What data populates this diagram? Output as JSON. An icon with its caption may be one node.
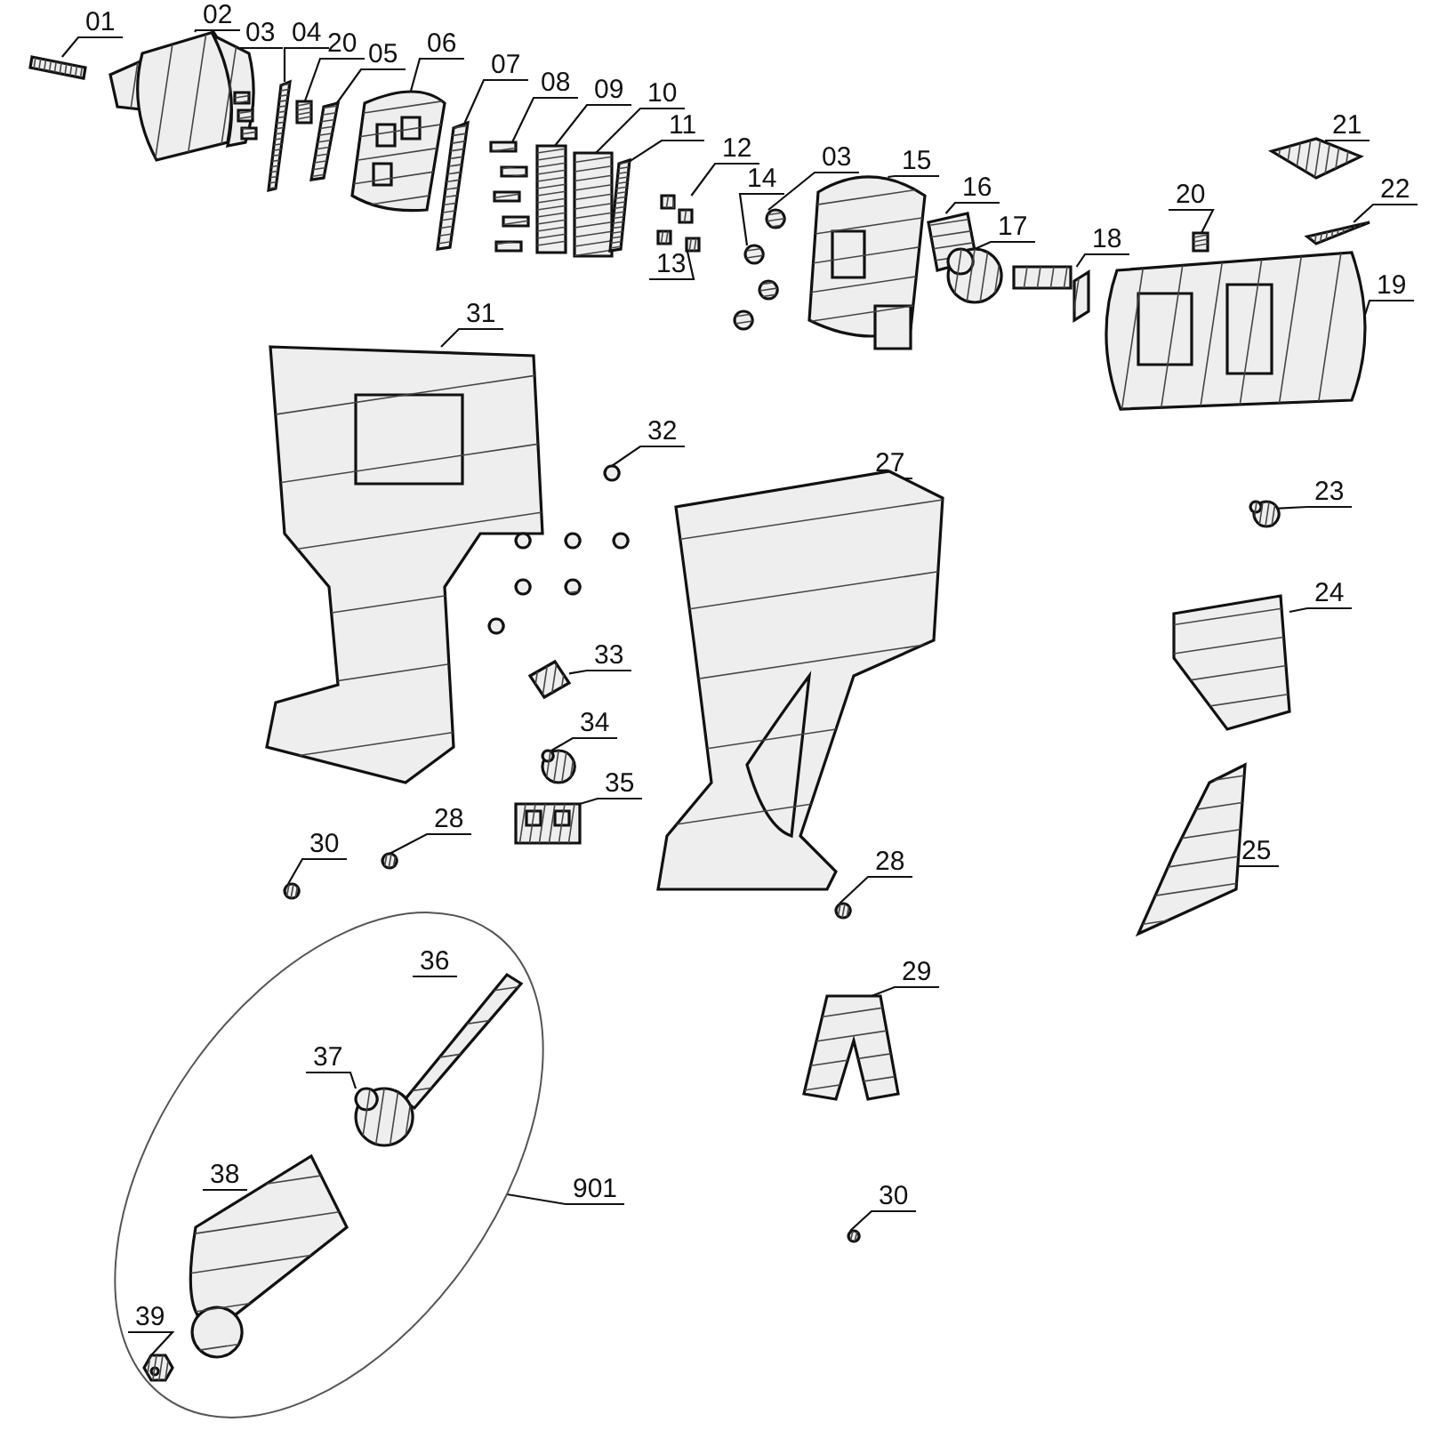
{
  "diagram": {
    "nodes": [
      {
        "text": [
          "01"
        ]
      },
      {
        "text": [
          "02"
        ]
      },
      {
        "text": [
          "03"
        ]
      },
      {
        "text": [
          "04"
        ]
      },
      {
        "text": [
          "20"
        ]
      },
      {
        "text": [
          "05"
        ]
      },
      {
        "text": [
          "06"
        ]
      },
      {
        "text": [
          "07"
        ]
      },
      {
        "text": [
          "08"
        ]
      },
      {
        "text": [
          "09"
        ]
      },
      {
        "text": [
          "10"
        ]
      },
      {
        "text": [
          "11"
        ]
      },
      {
        "text": [
          "12"
        ]
      },
      {
        "text": [
          "03"
        ]
      },
      {
        "text": [
          "14"
        ]
      },
      {
        "text": [
          "13"
        ]
      },
      {
        "text": [
          "15"
        ]
      },
      {
        "text": [
          "16"
        ]
      },
      {
        "text": [
          "17"
        ]
      },
      {
        "text": [
          "20"
        ]
      },
      {
        "text": [
          "18"
        ]
      },
      {
        "text": [
          "21"
        ]
      },
      {
        "text": [
          "22"
        ]
      },
      {
        "text": [
          "19"
        ]
      },
      {
        "text": [
          "31"
        ]
      },
      {
        "text": [
          "32"
        ]
      },
      {
        "text": [
          "27"
        ]
      },
      {
        "text": [
          "23"
        ]
      },
      {
        "text": [
          "24"
        ]
      },
      {
        "text": [
          "33"
        ]
      },
      {
        "text": [
          "34"
        ]
      },
      {
        "text": [
          "35"
        ]
      },
      {
        "text": [
          "28"
        ]
      },
      {
        "text": [
          "30"
        ]
      },
      {
        "text": [
          "28"
        ]
      },
      {
        "text": [
          "25"
        ]
      },
      {
        "text": [
          "29"
        ]
      },
      {
        "text": [
          "36"
        ],
        "in": 82
      },
      {
        "text": [
          "37"
        ],
        "in": 82
      },
      {
        "text": [
          "901"
        ]
      },
      {
        "text": [
          "38"
        ],
        "in": 82
      },
      {
        "text": [
          "30"
        ]
      },
      {
        "text": [
          "39"
        ],
        "in": 82
      },
      {
        "text": [],
        "shape": "picture"
      },
      {
        "text": [],
        "shape": "picture"
      },
      {
        "text": [],
        "shape": "picture"
      },
      {
        "text": [],
        "shape": "picture"
      },
      {
        "text": [],
        "shape": "picture"
      },
      {
        "text": [],
        "shape": "picture"
      },
      {
        "text": [],
        "shape": "picture"
      },
      {
        "text": [],
        "shape": "picture"
      },
      {
        "text": [],
        "shape": "picture"
      },
      {
        "text": [],
        "shape": "picture"
      },
      {
        "text": [],
        "shape": "picture"
      },
      {
        "text": [],
        "shape": "picture"
      },
      {
        "text": [],
        "shape": "picture"
      },
      {
        "text": [],
        "shape": "picture"
      },
      {
        "text": [],
        "shape": "picture"
      },
      {
        "text": [],
        "shape": "picture"
      },
      {
        "text": [],
        "shape": "picture"
      },
      {
        "text": [],
        "shape": "picture"
      },
      {
        "text": [],
        "shape": "picture"
      },
      {
        "text": [],
        "shape": "picture"
      },
      {
        "text": [],
        "shape": "picture"
      },
      {
        "text": [],
        "shape": "picture"
      },
      {
        "text": [],
        "shape": "picture"
      },
      {
        "text": [],
        "shape": "picture"
      },
      {
        "text": [],
        "shape": "picture"
      },
      {
        "text": [],
        "shape": "picture"
      },
      {
        "text": [],
        "shape": "picture"
      },
      {
        "text": [],
        "shape": "picture"
      },
      {
        "text": [],
        "shape": "picture"
      },
      {
        "text": [],
        "shape": "picture"
      },
      {
        "text": [],
        "shape": "picture"
      },
      {
        "text": [],
        "shape": "picture"
      },
      {
        "text": [],
        "shape": "picture"
      },
      {
        "text": [],
        "shape": "picture"
      },
      {
        "text": [],
        "shape": "picture"
      },
      {
        "text": [],
        "shape": "picture"
      },
      {
        "text": [],
        "shape": "picture"
      },
      {
        "text": [],
        "shape": "picture",
        "in": 82
      },
      {
        "text": [],
        "shape": "picture",
        "in": 82
      },
      {
        "text": [],
        "shape": "ellipse"
      },
      {
        "text": [],
        "shape": "picture",
        "in": 82
      },
      {
        "text": [],
        "shape": "picture"
      },
      {
        "text": [],
        "shape": "picture",
        "in": 82
      }
    ],
    "edges": [
      {
        "from": 0,
        "to": 43,
        "arrow": "none"
      },
      {
        "from": 1,
        "to": 44,
        "arrow": "none"
      },
      {
        "from": 2,
        "to": 45,
        "arrow": "none"
      },
      {
        "from": 3,
        "to": 46,
        "arrow": "none"
      },
      {
        "from": 4,
        "to": 47,
        "arrow": "none"
      },
      {
        "from": 5,
        "to": 48,
        "arrow": "none"
      },
      {
        "from": 6,
        "to": 49,
        "arrow": "none"
      },
      {
        "from": 7,
        "to": 50,
        "arrow": "none"
      },
      {
        "from": 8,
        "to": 51,
        "arrow": "none"
      },
      {
        "from": 9,
        "to": 52,
        "arrow": "none"
      },
      {
        "from": 10,
        "to": 53,
        "arrow": "none"
      },
      {
        "from": 11,
        "to": 54,
        "arrow": "none"
      },
      {
        "from": 12,
        "to": 55,
        "arrow": "none"
      },
      {
        "from": 13,
        "to": 56,
        "arrow": "none"
      },
      {
        "from": 14,
        "to": 57,
        "arrow": "none"
      },
      {
        "from": 15,
        "to": 58,
        "arrow": "none"
      },
      {
        "from": 16,
        "to": 59,
        "arrow": "none"
      },
      {
        "from": 17,
        "to": 60,
        "arrow": "none"
      },
      {
        "from": 18,
        "to": 61,
        "arrow": "none"
      },
      {
        "from": 19,
        "to": 62,
        "arrow": "none"
      },
      {
        "from": 20,
        "to": 63,
        "arrow": "none"
      },
      {
        "from": 21,
        "to": 64,
        "arrow": "none"
      },
      {
        "from": 22,
        "to": 65,
        "arrow": "none"
      },
      {
        "from": 23,
        "to": 66,
        "arrow": "none"
      },
      {
        "from": 24,
        "to": 67,
        "arrow": "none"
      },
      {
        "from": 25,
        "to": 68,
        "arrow": "none"
      },
      {
        "from": 26,
        "to": 69,
        "arrow": "none"
      },
      {
        "from": 27,
        "to": 70,
        "arrow": "none"
      },
      {
        "from": 28,
        "to": 71,
        "arrow": "none"
      },
      {
        "from": 29,
        "to": 72,
        "arrow": "none"
      },
      {
        "from": 30,
        "to": 73,
        "arrow": "none"
      },
      {
        "from": 31,
        "to": 74,
        "arrow": "none"
      },
      {
        "from": 32,
        "to": 75,
        "arrow": "none"
      },
      {
        "from": 33,
        "to": 76,
        "arrow": "none"
      },
      {
        "from": 34,
        "to": 77,
        "arrow": "none"
      },
      {
        "from": 35,
        "to": 78,
        "arrow": "none"
      },
      {
        "from": 36,
        "to": 79,
        "arrow": "none"
      },
      {
        "from": 37,
        "to": 80,
        "arrow": "none"
      },
      {
        "from": 38,
        "to": 81,
        "arrow": "none"
      },
      {
        "from": 39,
        "to": 82,
        "arrow": "none"
      },
      {
        "from": 40,
        "to": 83,
        "arrow": "none"
      },
      {
        "from": 41,
        "to": 84,
        "arrow": "none"
      },
      {
        "from": 42,
        "to": 85,
        "arrow": "none"
      }
    ]
  }
}
